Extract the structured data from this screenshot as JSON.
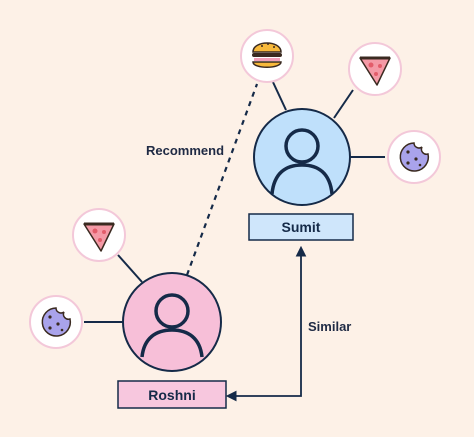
{
  "diagram": {
    "users": [
      {
        "name": "Sumit",
        "color": "#bfe0fb",
        "box_color": "#cfe6fb",
        "border": "#152a48"
      },
      {
        "name": "Roshni",
        "color": "#f7bfd8",
        "box_color": "#f7c7de",
        "border": "#152a48"
      }
    ],
    "edges": {
      "recommend_label": "Recommend",
      "similar_label": "Similar"
    },
    "items": {
      "sumit": [
        "burger-icon",
        "pizza-icon",
        "cookie-icon"
      ],
      "roshni": [
        "pizza-icon",
        "cookie-icon"
      ]
    },
    "colors": {
      "background": "#fdf1e7",
      "line": "#152a48",
      "item_ring": "#f3c8d9",
      "sumit_circle": "#bfe0fb",
      "roshni_circle": "#f7bfd8"
    }
  }
}
